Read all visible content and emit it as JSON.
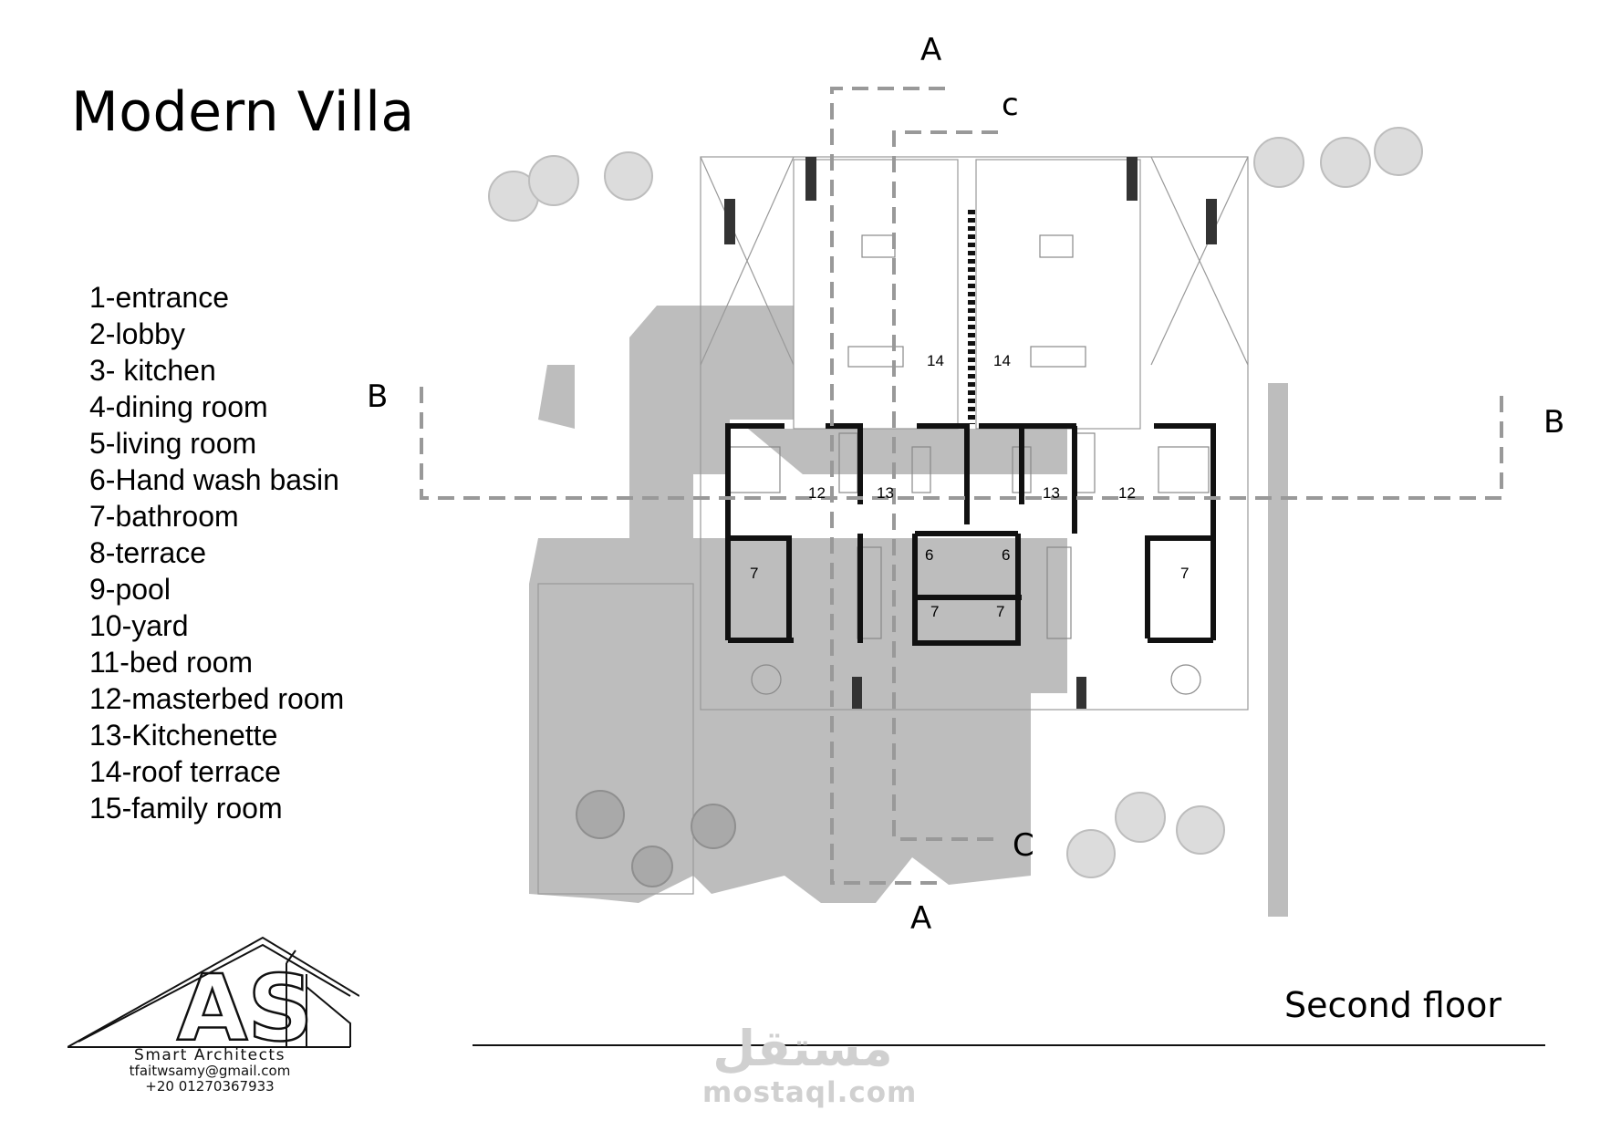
{
  "title": "Modern Villa",
  "legend": [
    "1-entrance",
    "2-lobby",
    "3- kitchen",
    "4-dining room",
    "5-living room",
    "6-Hand wash basin",
    "7-bathroom",
    "8-terrace",
    "9-pool",
    "10-yard",
    "11-bed room",
    "12-masterbed room",
    "13-Kitchenette",
    "14-roof terrace",
    "15-family room"
  ],
  "floor_label": "Second floor",
  "section_marks": {
    "a": "A",
    "b": "B",
    "c": "c",
    "c_bottom": "C"
  },
  "room_numbers": {
    "roof_terrace": "14",
    "master_bedroom": "12",
    "kitchenette": "13",
    "wash_basin": "6",
    "bathroom": "7"
  },
  "company": {
    "name": "Smart Architects",
    "email": "tfaitwsamy@gmail.com",
    "phone": "+20    01270367933",
    "logo_letters": "AS"
  },
  "watermark": {
    "arabic": "مستقل",
    "latin": "mostaql.com"
  },
  "colors": {
    "wall": "#111111",
    "shadow": "#b9b9b9",
    "tree": "#d2d2d2",
    "section_line": "#999999"
  }
}
